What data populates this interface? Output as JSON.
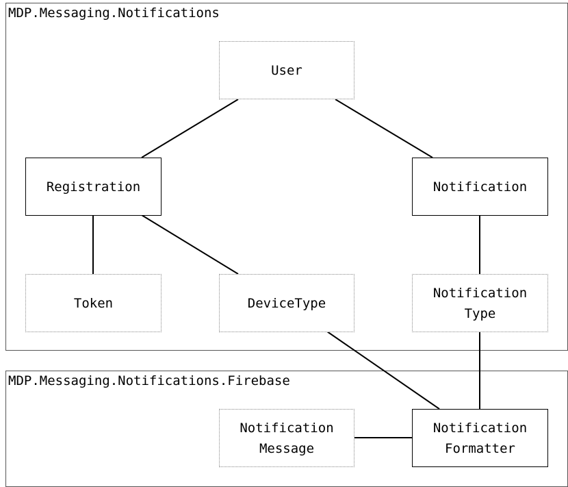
{
  "packages": {
    "notifications": {
      "title": "MDP.Messaging.Notifications"
    },
    "firebase": {
      "title": "MDP.Messaging.Notifications.Firebase"
    }
  },
  "nodes": {
    "user": {
      "lines": [
        "User"
      ],
      "style": "dotted"
    },
    "registration": {
      "lines": [
        "Registration"
      ],
      "style": "solid"
    },
    "notification": {
      "lines": [
        "Notification"
      ],
      "style": "solid"
    },
    "token": {
      "lines": [
        "Token"
      ],
      "style": "dotted"
    },
    "devicetype": {
      "lines": [
        "DeviceType"
      ],
      "style": "dotted"
    },
    "notification_type": {
      "lines": [
        "Notification",
        "Type"
      ],
      "style": "dotted"
    },
    "notification_message": {
      "lines": [
        "Notification",
        "Message"
      ],
      "style": "dotted"
    },
    "notification_formatter": {
      "lines": [
        "Notification",
        "Formatter"
      ],
      "style": "solid"
    }
  },
  "edges": [
    [
      "user",
      "registration"
    ],
    [
      "user",
      "notification"
    ],
    [
      "registration",
      "token"
    ],
    [
      "registration",
      "devicetype"
    ],
    [
      "notification",
      "notification_type"
    ],
    [
      "devicetype",
      "notification_formatter"
    ],
    [
      "notification_type",
      "notification_formatter"
    ],
    [
      "notification_message",
      "notification_formatter"
    ]
  ]
}
